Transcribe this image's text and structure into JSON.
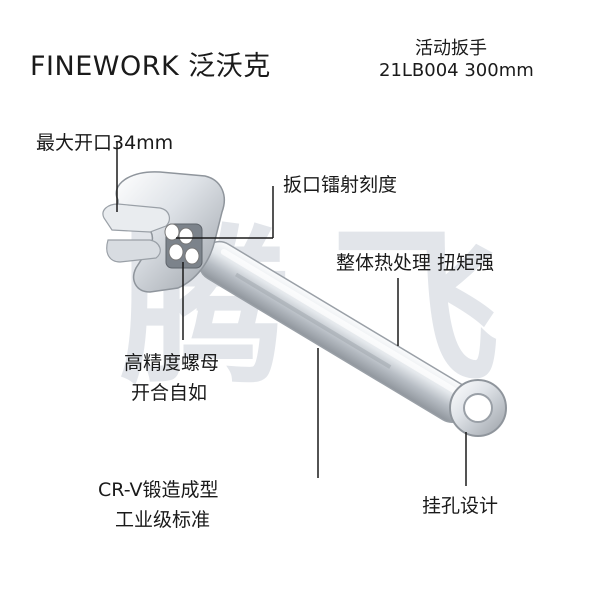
{
  "header": {
    "brand": "FINEWORK 泛沃克",
    "product_name": "活动扳手",
    "model": "21LB004  300mm"
  },
  "watermark": [
    "腾",
    "飞"
  ],
  "callouts": {
    "max_opening": "最大开口34mm",
    "laser_scale": "扳口镭射刻度",
    "heat_treatment": "整体热处理 扭矩强",
    "nut_line1": "高精度螺母",
    "nut_line2": "开合自如",
    "crv_line1": "CR-V锻造成型",
    "crv_line2": "工业级标准",
    "hang_hole": "挂孔设计"
  },
  "colors": {
    "chrome_light": "#f4f6f8",
    "chrome_mid": "#c9ced4",
    "chrome_dark": "#8f959c",
    "watermark": "#dde1e7",
    "leader_line": "#1a1a1a"
  }
}
